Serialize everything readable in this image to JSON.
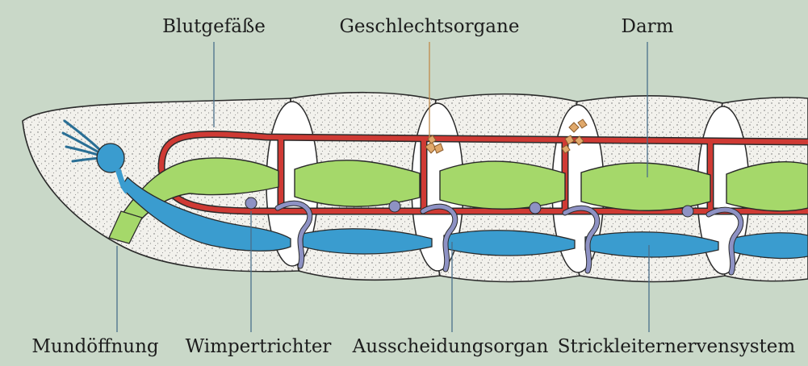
{
  "diagram": {
    "labels_top": {
      "blood_vessels": "Blutgefäße",
      "sex_organs": "Geschlechtsorgane",
      "gut": "Darm"
    },
    "labels_bottom": {
      "mouth": "Mundöffnung",
      "ciliated_funnel": "Wimpertrichter",
      "excretory_organ": "Ausscheidungsorgan",
      "ladder_nervous_system": "Strickleiternervensystem"
    },
    "colors": {
      "background": "#c9d8c8",
      "body": "#f1f0ea",
      "gut": "#a5d86a",
      "blood_vessel": "#cf3a34",
      "nerve": "#3a9ccf",
      "excretory": "#8e92c4",
      "gonad": "#e0a86a",
      "outline": "#2a2a2a"
    }
  }
}
